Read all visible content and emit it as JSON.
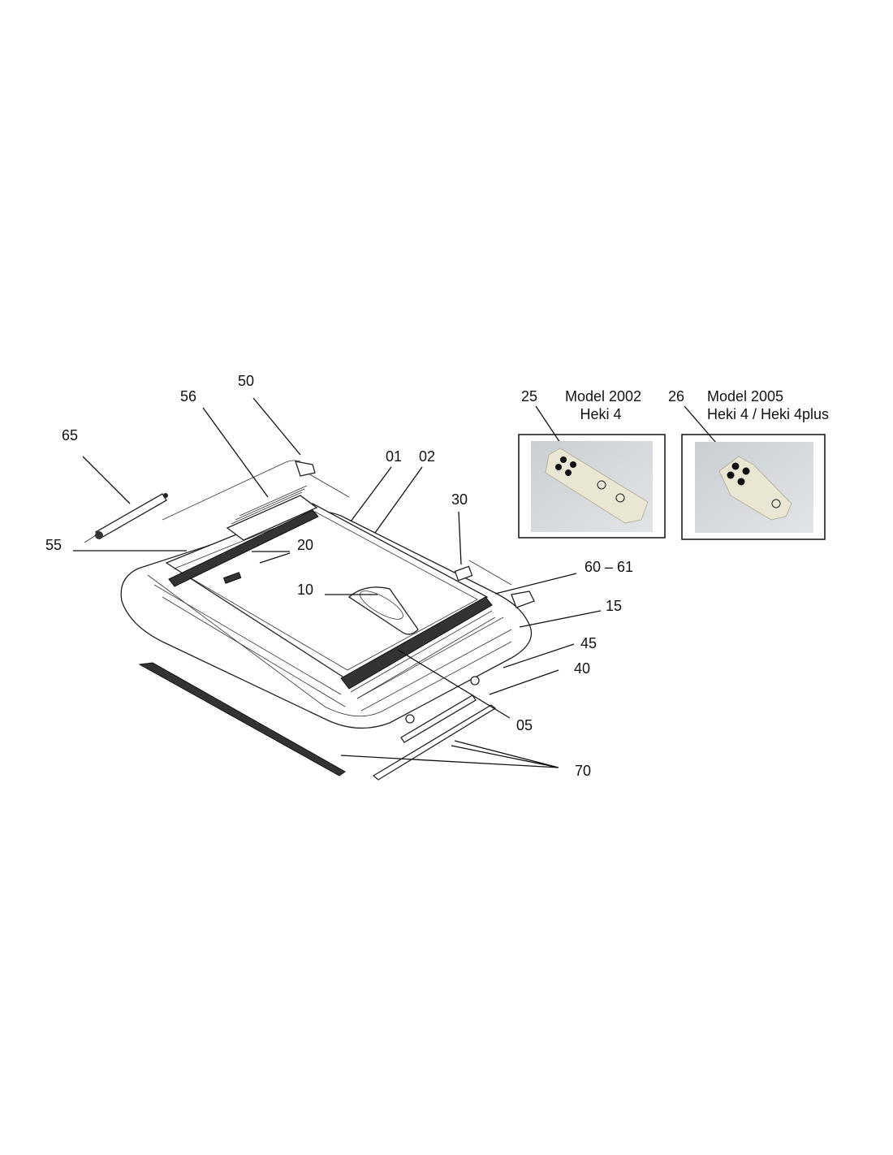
{
  "diagram": {
    "parts": [
      {
        "id": "50"
      },
      {
        "id": "56"
      },
      {
        "id": "65"
      },
      {
        "id": "01"
      },
      {
        "id": "02"
      },
      {
        "id": "30"
      },
      {
        "id": "55"
      },
      {
        "id": "20"
      },
      {
        "id": "10"
      },
      {
        "id": "60 – 61"
      },
      {
        "id": "15"
      },
      {
        "id": "45"
      },
      {
        "id": "40"
      },
      {
        "id": "05"
      },
      {
        "id": "70"
      }
    ],
    "remotes": [
      {
        "id": "25",
        "model": "Model 2002",
        "variant": "Heki 4"
      },
      {
        "id": "26",
        "model": "Model 2005",
        "variant": "Heki 4 / Heki 4plus"
      }
    ]
  }
}
